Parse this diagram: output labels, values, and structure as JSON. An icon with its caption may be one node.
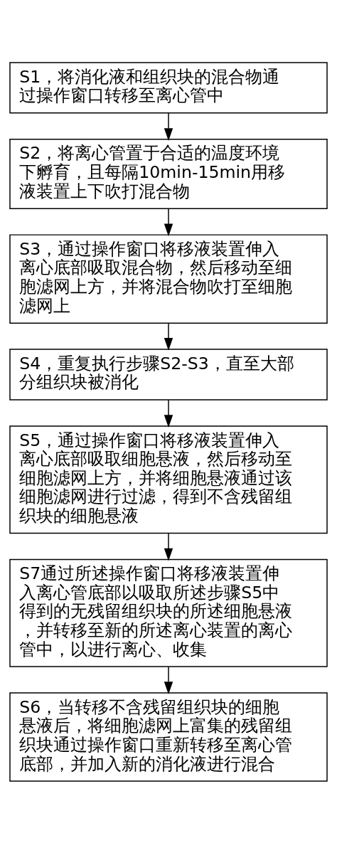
{
  "diagram": {
    "nodes": [
      {
        "text": [
          "S1，将消化液和组织块的混合物通过操作窗口转移至离心管中"
        ]
      },
      {
        "text": [
          "S2，将离心管置于合适的温度环境下孵育，且每隔10min-15min用移液装置上下吹打混合物"
        ]
      },
      {
        "text": [
          "S3，通过操作窗口将移液装置伸入离心底部吸取混合物，然后移动至细胞滤网上方，并将混合物吹打至细胞滤网上"
        ]
      },
      {
        "text": [
          "S4，重复执行步骤S2-S3，直至大部分组织块被消化"
        ]
      },
      {
        "text": [
          "S5，通过操作窗口将移液装置伸入离心底部吸取细胞悬液，然后移动至细胞滤网上方，并将细胞悬液通过该细胞滤网进行过滤，得到不含残留组织块的细胞悬液"
        ]
      },
      {
        "text": [
          "S7通过所述操作窗口将移液装置伸入离心管底部以吸取所述步骤S5中得到的无残留组织块的所述细胞悬液，并转移至新的所述离心装置的离心管中，以进行离心、收集"
        ]
      },
      {
        "text": [
          "S6，当转移不含残留组织块的细胞悬液后，将细胞滤网上富集的残留组织块通过操作窗口重新转移至离心管底部，并加入新的消化液进行混合"
        ]
      }
    ],
    "edges": [
      {
        "from": 0,
        "to": 1,
        "arrow": "to"
      },
      {
        "from": 1,
        "to": 2,
        "arrow": "to"
      },
      {
        "from": 2,
        "to": 3,
        "arrow": "to"
      },
      {
        "from": 3,
        "to": 4,
        "arrow": "to"
      },
      {
        "from": 4,
        "to": 5,
        "arrow": "to"
      },
      {
        "from": 5,
        "to": 6,
        "arrow": "to"
      }
    ]
  }
}
